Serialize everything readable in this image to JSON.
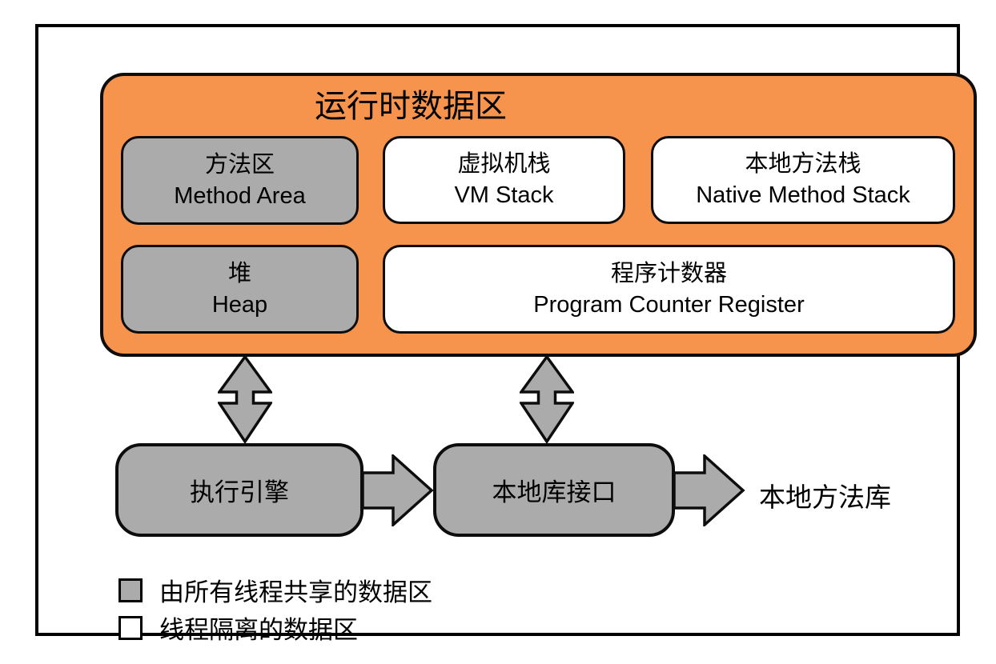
{
  "colors": {
    "container_fill": "#F6934C",
    "shared_fill": "#ABABAB",
    "isolated_fill": "#FFFFFF",
    "border": "#000000"
  },
  "runtime_area": {
    "title": "运行时数据区",
    "boxes": [
      {
        "zh": "方法区",
        "en": "Method Area",
        "type": "shared"
      },
      {
        "zh": "虚拟机栈",
        "en": "VM Stack",
        "type": "isolated"
      },
      {
        "zh": "本地方法栈",
        "en": "Native Method Stack",
        "type": "isolated"
      },
      {
        "zh": "堆",
        "en": "Heap",
        "type": "shared"
      },
      {
        "zh": "程序计数器",
        "en": "Program Counter Register",
        "type": "isolated"
      }
    ]
  },
  "bottom_nodes": {
    "execution_engine": "执行引擎",
    "native_library_interface": "本地库接口"
  },
  "native_method_library_label": "本地方法库",
  "legend": {
    "shared": "由所有线程共享的数据区",
    "isolated": "线程隔离的数据区"
  }
}
